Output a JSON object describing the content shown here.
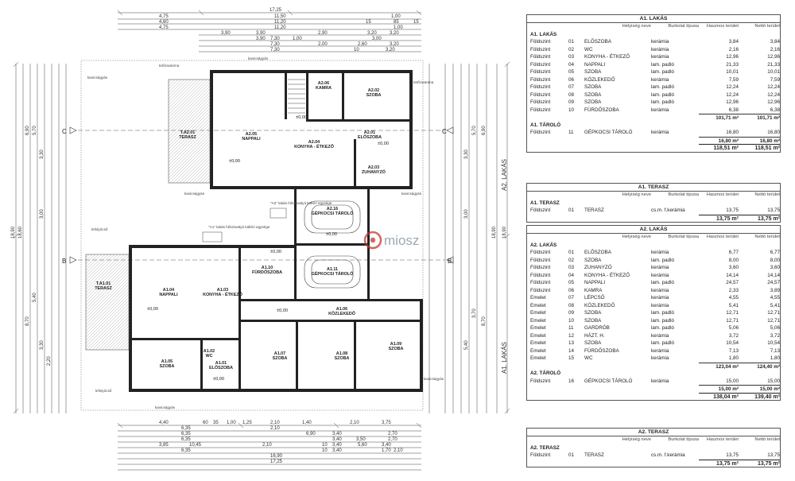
{
  "plan": {
    "dims_top": [
      "17,25",
      "4,75",
      "11,50",
      "1,00",
      "4,60",
      "11,20",
      "15",
      "85",
      "15",
      "4,75",
      "11,20",
      "1,00",
      "3,90",
      "3,90",
      "2,90",
      "3,20",
      "3,20",
      "7,30",
      "1,00",
      "3,90",
      "7,30",
      "2,60",
      "3,20",
      "7,30",
      "10",
      "3,20",
      "3,00",
      "2,00"
    ],
    "dims_bottom": [
      "4,40",
      "60",
      "35",
      "1,00",
      "1,25",
      "2,10",
      "1,40",
      "2,10",
      "3,75",
      "6,35",
      "6,35",
      "3,40",
      "2,70",
      "6,35",
      "3,40",
      "3,50",
      "2,70",
      "3,85",
      "10,45",
      "2,10",
      "6,90",
      "10",
      "3,40",
      "5,60",
      "3,40",
      "2,10",
      "6,35",
      "10",
      "3,40",
      "1,70",
      "2,10",
      "16,90",
      "17,25"
    ],
    "dims_left": [
      "18,90",
      "18,60",
      "6,90",
      "5,70",
      "3,30",
      "3,00",
      "8,70",
      "5,40",
      "3,30",
      "2,20"
    ],
    "dims_right": [
      "18,90",
      "18,90",
      "6,90",
      "5,70",
      "3,30",
      "3,00",
      "8,70",
      "3,70",
      "5,40"
    ],
    "rooms": [
      {
        "code": "A2.06",
        "name": "KAMRA"
      },
      {
        "code": "A2.02",
        "name": "SZOBA"
      },
      {
        "code": "A2.05",
        "name": "NAPPALI"
      },
      {
        "code": "A2.04",
        "name": "KONYHA - ÉTKEZŐ"
      },
      {
        "code": "A2.01",
        "name": "ELŐSZOBA"
      },
      {
        "code": "A2.03",
        "name": "ZUHANYZÓ"
      },
      {
        "code": "T.A2.01",
        "name": "TERASZ"
      },
      {
        "code": "A2.16",
        "name": "GÉPKOCSI TÁROLÓ"
      },
      {
        "code": "A1.11",
        "name": "GÉPKOCSI TÁROLÓ"
      },
      {
        "code": "A1.10",
        "name": "FÜRDŐSZOBA"
      },
      {
        "code": "A1.04",
        "name": "NAPPALI"
      },
      {
        "code": "A1.03",
        "name": "KONYHA - ÉTKEZŐ"
      },
      {
        "code": "T.A1.01",
        "name": "TERASZ"
      },
      {
        "code": "A1.06",
        "name": "KÖZLEKEDŐ"
      },
      {
        "code": "A1.05",
        "name": "SZOBA"
      },
      {
        "code": "A1.02",
        "name": "WC"
      },
      {
        "code": "A1.01",
        "name": "ELŐSZOBA"
      },
      {
        "code": "A1.07",
        "name": "SZOBA"
      },
      {
        "code": "A1.08",
        "name": "SZOBA"
      },
      {
        "code": "A1.09",
        "name": "SZOBA"
      }
    ],
    "levels": [
      "±0,00",
      "±0,00",
      "±0,00",
      "±0,00",
      "±0,00",
      "±0,00",
      "±0,00",
      "±0,00"
    ],
    "section_marks": [
      "C",
      "C",
      "B",
      "B"
    ],
    "side_label_1": "A1. LAKÁS",
    "side_label_2": "A2. LAKÁS",
    "watermark": "miosz",
    "notes": [
      "kavicságyás",
      "kavicságyás",
      "kavicságyás",
      "kavicságyás",
      "kavicságyás",
      "kavicságyás",
      "lefolyócső",
      "lefolyócső",
      "tetőcsatorna",
      "tetőcsatorna"
    ],
    "lintel_notes": [
      "\"A2\" lakás hőszivattyú kültéri egysége",
      "\"A1\" lakás hőszivattyú kültéri egysége"
    ]
  },
  "tables": {
    "col_headers": {
      "name": "Helyiség neve",
      "floor": "Burkolat típusa",
      "useful": "Hasznos terület",
      "net": "Nettó terület"
    },
    "block1": {
      "title": "A1. LAKÁS",
      "section1": "A1. LAKÁS",
      "rows": [
        [
          "Földszint",
          "01",
          "ELŐSZOBA",
          "kerámia",
          "3,84",
          "3,84"
        ],
        [
          "Földszint",
          "02",
          "WC",
          "kerámia",
          "2,16",
          "2,16"
        ],
        [
          "Földszint",
          "03",
          "KONYHA - ÉTKEZŐ",
          "kerámia",
          "12,96",
          "12,96"
        ],
        [
          "Földszint",
          "04",
          "NAPPALI",
          "lam. padló",
          "21,33",
          "21,33"
        ],
        [
          "Földszint",
          "05",
          "SZOBA",
          "lam. padló",
          "10,01",
          "10,01"
        ],
        [
          "Földszint",
          "06",
          "KÖZLEKEDŐ",
          "kerámia",
          "7,59",
          "7,59"
        ],
        [
          "Földszint",
          "07",
          "SZOBA",
          "lam. padló",
          "12,24",
          "12,24"
        ],
        [
          "Földszint",
          "08",
          "SZOBA",
          "lam. padló",
          "12,24",
          "12,24"
        ],
        [
          "Földszint",
          "09",
          "SZOBA",
          "lam. padló",
          "12,96",
          "12,96"
        ],
        [
          "Földszint",
          "10",
          "FÜRDŐSZOBA",
          "kerámia",
          "6,38",
          "6,38"
        ]
      ],
      "sum1": [
        "101,71 m²",
        "101,71 m²"
      ],
      "section2": "A1. TÁROLÓ",
      "rows2": [
        [
          "Földszint",
          "11",
          "GÉPKOCSI TÁROLÓ",
          "kerámia",
          "16,80",
          "16,80"
        ]
      ],
      "sum2": [
        "16,80 m²",
        "16,80 m²"
      ],
      "total": [
        "118,51 m²",
        "118,51 m²"
      ]
    },
    "block2": {
      "title": "A1. TERASZ",
      "section": "A1. TERASZ",
      "rows": [
        [
          "Földszint",
          "01",
          "TERASZ",
          "cs.m. f.kerámia",
          "13,75",
          "13,75"
        ]
      ],
      "total": [
        "13,75 m²",
        "13,75 m²"
      ]
    },
    "block3": {
      "title": "A2. LAKÁS",
      "section1": "A2. LAKÁS",
      "rows": [
        [
          "Földszint",
          "01",
          "ELŐSZOBA",
          "kerámia",
          "6,77",
          "6,77"
        ],
        [
          "Földszint",
          "02",
          "SZOBA",
          "lam. padló",
          "8,00",
          "8,00"
        ],
        [
          "Földszint",
          "03",
          "ZUHANYZÓ",
          "kerámia",
          "3,60",
          "3,60"
        ],
        [
          "Földszint",
          "04",
          "KONYHA - ÉTKEZŐ",
          "kerámia",
          "14,14",
          "14,14"
        ],
        [
          "Földszint",
          "05",
          "NAPPALI",
          "lam. padló",
          "24,57",
          "24,57"
        ],
        [
          "Földszint",
          "06",
          "KAMRA",
          "kerámia",
          "2,33",
          "3,89"
        ],
        [
          "Emelet",
          "07",
          "LÉPCSŐ",
          "kerámia",
          "4,55",
          "4,55"
        ],
        [
          "Emelet",
          "08",
          "KÖZLEKEDŐ",
          "kerámia",
          "5,41",
          "5,41"
        ],
        [
          "Emelet",
          "09",
          "SZOBA",
          "lam. padló",
          "12,71",
          "12,71"
        ],
        [
          "Emelet",
          "10",
          "SZOBA",
          "lam. padló",
          "12,71",
          "12,71"
        ],
        [
          "Emelet",
          "11",
          "GARDRÓB",
          "lam. padló",
          "5,06",
          "5,06"
        ],
        [
          "Emelet",
          "12",
          "HÁZT. H.",
          "kerámia",
          "3,72",
          "3,72"
        ],
        [
          "Emelet",
          "13",
          "SZOBA",
          "lam. padló",
          "10,54",
          "10,54"
        ],
        [
          "Emelet",
          "14",
          "FÜRDŐSZOBA",
          "kerámia",
          "7,13",
          "7,13"
        ],
        [
          "Emelet",
          "15",
          "WC",
          "kerámia",
          "1,80",
          "1,80"
        ]
      ],
      "sum1": [
        "123,04 m²",
        "124,40 m²"
      ],
      "section2": "A2. TÁROLÓ",
      "rows2": [
        [
          "Földszint",
          "16",
          "GÉPKOCSI TÁROLÓ",
          "kerámia",
          "15,00",
          "15,00"
        ]
      ],
      "sum2": [
        "15,00 m²",
        "15,00 m²"
      ],
      "total": [
        "138,04 m²",
        "139,40 m²"
      ]
    },
    "block4": {
      "title": "A2. TERASZ",
      "section": "A2. TERASZ",
      "rows": [
        [
          "Földszint",
          "01",
          "TERASZ",
          "cs.m. f.kerámia",
          "13,75",
          "13,75"
        ]
      ],
      "total": [
        "13,75 m²",
        "13,75 m²"
      ]
    }
  }
}
